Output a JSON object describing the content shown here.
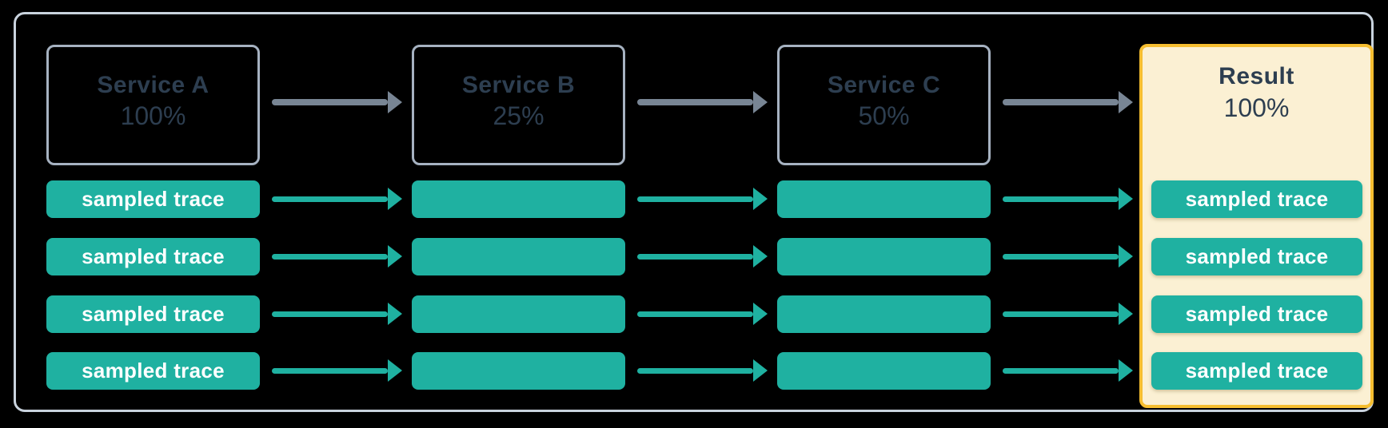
{
  "colors": {
    "background": "#000000",
    "container_border": "#c9d3de",
    "box_border": "#a6b2c1",
    "text_navy": "#2d3e50",
    "teal": "#1fb1a1",
    "arrow_gray": "#788594",
    "result_bg": "#fbf0d3",
    "result_border": "#f6be30",
    "bar_text": "#ffffff"
  },
  "columns": [
    {
      "title": "Service A",
      "percent": "100%",
      "bars": [
        "sampled trace",
        "sampled trace",
        "sampled trace",
        "sampled trace"
      ]
    },
    {
      "title": "Service B",
      "percent": "25%",
      "bars": [
        "",
        "",
        "",
        ""
      ]
    },
    {
      "title": "Service C",
      "percent": "50%",
      "bars": [
        "",
        "",
        "",
        ""
      ]
    }
  ],
  "result": {
    "title": "Result",
    "percent": "100%",
    "bars": [
      "sampled trace",
      "sampled trace",
      "sampled trace",
      "sampled trace"
    ]
  }
}
